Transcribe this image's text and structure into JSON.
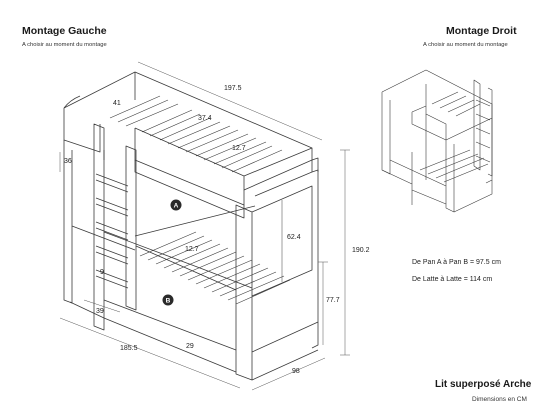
{
  "left": {
    "title": "Montage Gauche",
    "subtitle": "A choisir au moment du montage"
  },
  "right": {
    "title": "Montage Droit",
    "subtitle": "A choisir au moment du montage"
  },
  "dimensions": {
    "length": "197.5",
    "top_panel": "41",
    "top_span": "37.4",
    "top_slat_gap": "12.7",
    "end_depth": "36",
    "lower_panel": "62.4",
    "lower_slat_gap": "12.7",
    "ladder_step": "9",
    "ladder_base": "39",
    "total_height": "190.2",
    "side_height": "77.7",
    "base_length": "185.5",
    "drawer_height": "29",
    "width": "98"
  },
  "markers": {
    "a": "A",
    "b": "B"
  },
  "notes": {
    "pan": "De Pan A à Pan B = 97.5 cm",
    "latte": "De Latte à Latte = 114 cm"
  },
  "product": {
    "name": "Lit superposé Arche",
    "units": "Dimensions en CM"
  },
  "colors": {
    "line": "#3a3a3a",
    "marker": "#2a2a2a"
  }
}
